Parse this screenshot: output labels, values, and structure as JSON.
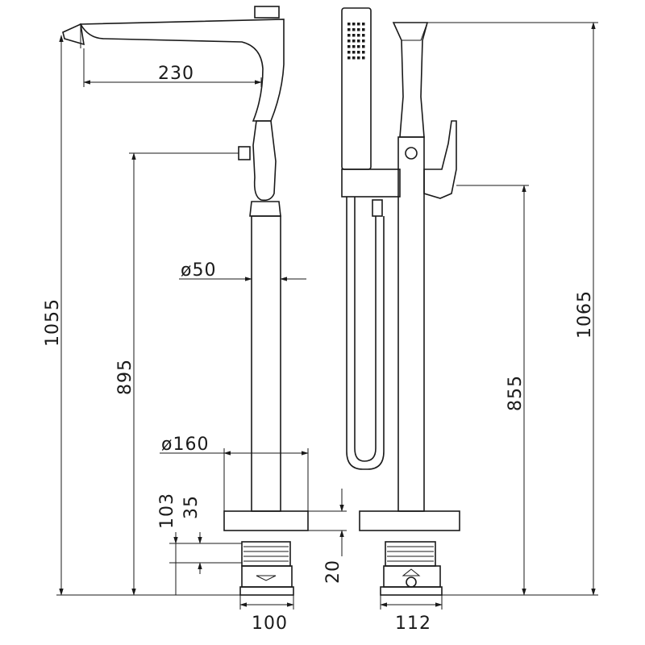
{
  "dimensions": {
    "spout_reach": "230",
    "pipe_diameter": "ø50",
    "base_diameter": "ø160",
    "total_height_left": "1055",
    "handle_height_left": "895",
    "total_height_right": "1065",
    "handle_height_right": "855",
    "base_top_height": "103",
    "base_plate_height": "35",
    "flange_height": "20",
    "box_width_left": "100",
    "box_width_right": "112"
  }
}
